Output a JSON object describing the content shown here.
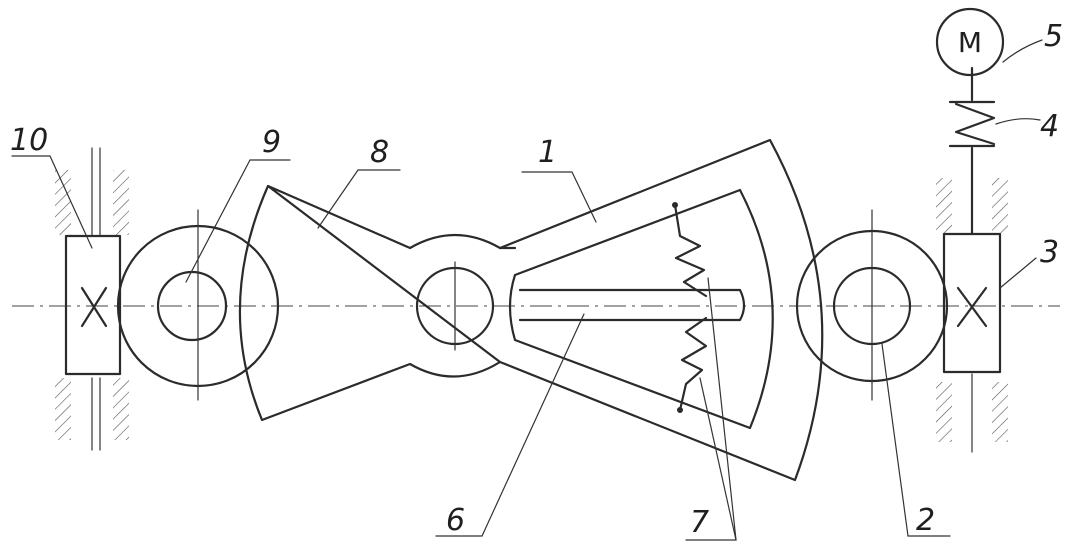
{
  "motor": {
    "symbol": "M"
  },
  "labels": {
    "l1": "1",
    "l2": "2",
    "l3": "3",
    "l4": "4",
    "l5": "5",
    "l6": "6",
    "l7": "7",
    "l8": "8",
    "l9": "9",
    "l10": "10"
  }
}
